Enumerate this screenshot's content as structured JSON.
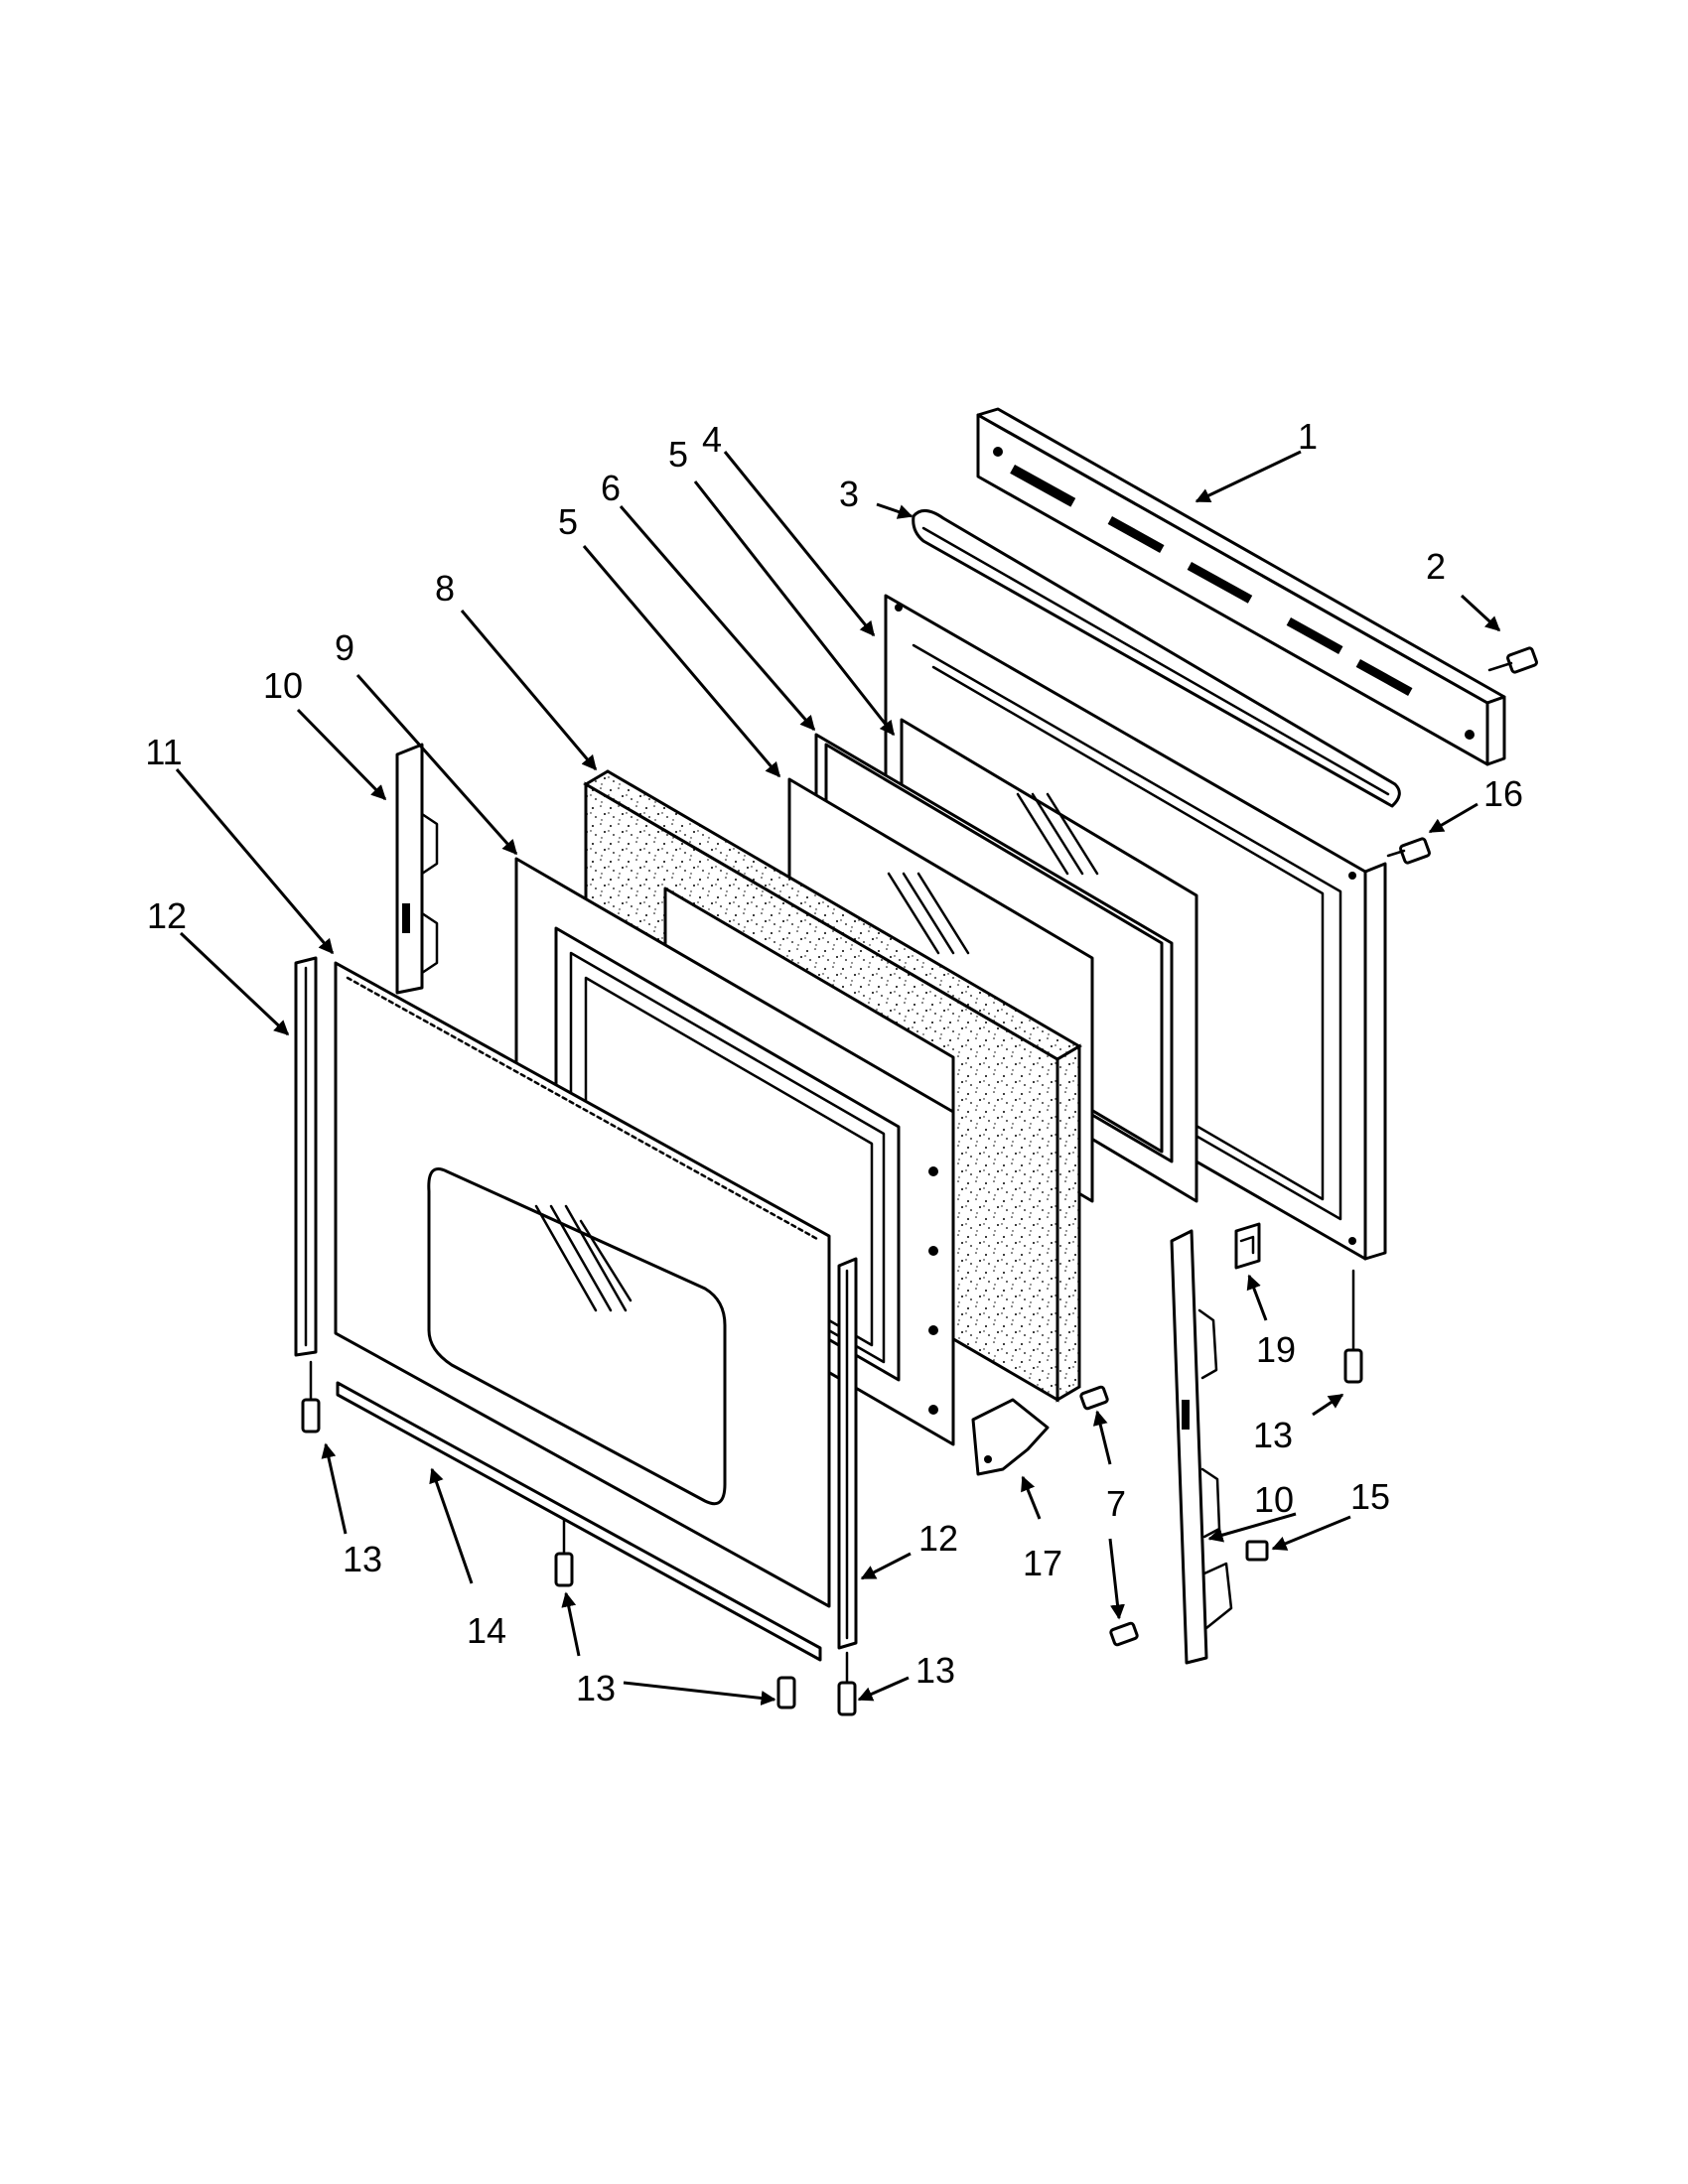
{
  "callouts": [
    {
      "id": "c1",
      "text": "1"
    },
    {
      "id": "c2",
      "text": "2"
    },
    {
      "id": "c3",
      "text": "3"
    },
    {
      "id": "c4",
      "text": "4"
    },
    {
      "id": "c5a",
      "text": "5"
    },
    {
      "id": "c5b",
      "text": "5"
    },
    {
      "id": "c6",
      "text": "6"
    },
    {
      "id": "c7",
      "text": "7"
    },
    {
      "id": "c8",
      "text": "8"
    },
    {
      "id": "c9",
      "text": "9"
    },
    {
      "id": "c10a",
      "text": "10"
    },
    {
      "id": "c10b",
      "text": "10"
    },
    {
      "id": "c11",
      "text": "11"
    },
    {
      "id": "c12a",
      "text": "12"
    },
    {
      "id": "c12b",
      "text": "12"
    },
    {
      "id": "c13a",
      "text": "13"
    },
    {
      "id": "c13b",
      "text": "13"
    },
    {
      "id": "c13c",
      "text": "13"
    },
    {
      "id": "c13d",
      "text": "13"
    },
    {
      "id": "c14",
      "text": "14"
    },
    {
      "id": "c15",
      "text": "15"
    },
    {
      "id": "c16",
      "text": "16"
    },
    {
      "id": "c17",
      "text": "17"
    },
    {
      "id": "c19",
      "text": "19"
    }
  ]
}
